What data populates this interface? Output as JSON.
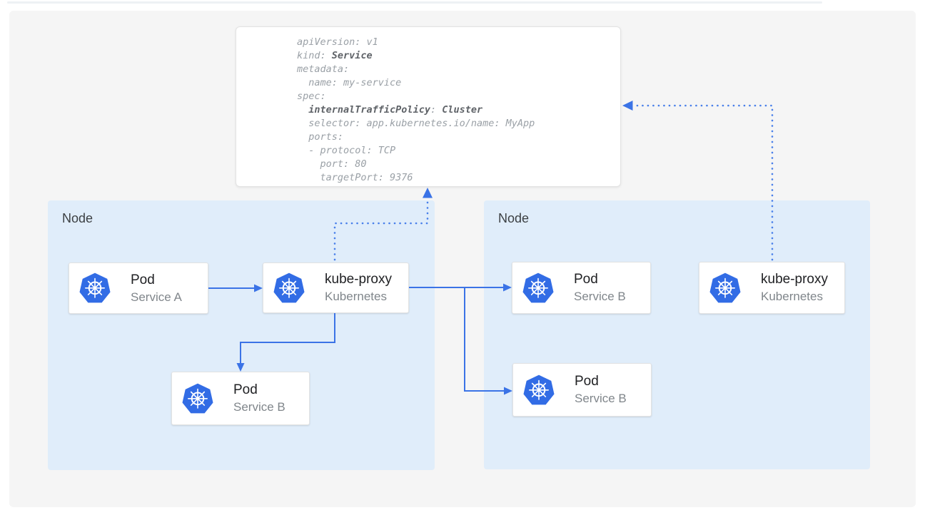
{
  "yaml": {
    "lines": [
      [
        {
          "t": "apiVersion: v1",
          "b": 0
        }
      ],
      [
        {
          "t": "kind: ",
          "b": 0
        },
        {
          "t": "Service",
          "b": 1
        }
      ],
      [
        {
          "t": "metadata:",
          "b": 0
        }
      ],
      [
        {
          "t": "  name: my-service",
          "b": 0
        }
      ],
      [
        {
          "t": "spec:",
          "b": 0
        }
      ],
      [
        {
          "t": "  ",
          "b": 0
        },
        {
          "t": "internalTrafficPolicy",
          "b": 1
        },
        {
          "t": ": ",
          "b": 0
        },
        {
          "t": "Cluster",
          "b": 1
        }
      ],
      [
        {
          "t": "  selector: app.kubernetes.io/name: MyApp",
          "b": 0
        }
      ],
      [
        {
          "t": "  ports:",
          "b": 0
        }
      ],
      [
        {
          "t": "  - protocol: TCP",
          "b": 0
        }
      ],
      [
        {
          "t": "    port: 80",
          "b": 0
        }
      ],
      [
        {
          "t": "    targetPort: 9376",
          "b": 0
        }
      ]
    ]
  },
  "nodes": {
    "left": {
      "label": "Node"
    },
    "right": {
      "label": "Node"
    }
  },
  "cards": {
    "pod_a": {
      "title": "Pod",
      "subtitle": "Service A",
      "icon": "kubernetes-logo"
    },
    "kube_proxy_left": {
      "title": "kube-proxy",
      "subtitle": "Kubernetes",
      "icon": "kubernetes-logo"
    },
    "pod_b_left": {
      "title": "Pod",
      "subtitle": "Service B",
      "icon": "kubernetes-logo"
    },
    "pod_b_right_top": {
      "title": "Pod",
      "subtitle": "Service B",
      "icon": "kubernetes-logo"
    },
    "pod_b_right_bottom": {
      "title": "Pod",
      "subtitle": "Service B",
      "icon": "kubernetes-logo"
    },
    "kube_proxy_right": {
      "title": "kube-proxy",
      "subtitle": "Kubernetes",
      "icon": "kubernetes-logo"
    }
  },
  "connections": [
    {
      "from": "pod-service-a",
      "to": "kube-proxy-left",
      "style": "solid-arrow"
    },
    {
      "from": "kube-proxy-left",
      "to": "pod-service-b-left",
      "style": "solid-arrow"
    },
    {
      "from": "kube-proxy-left",
      "to": "pod-service-b-right-top",
      "style": "solid-arrow"
    },
    {
      "from": "kube-proxy-left",
      "to": "pod-service-b-right-bottom",
      "style": "solid-arrow"
    },
    {
      "from": "kube-proxy-left",
      "to": "service-yaml",
      "style": "dotted-arrow"
    },
    {
      "from": "kube-proxy-right",
      "to": "service-yaml",
      "style": "dotted-arrow"
    }
  ],
  "colors": {
    "solid_arrow": "#3b73e6",
    "dotted_arrow": "#4a80ea",
    "node_fill": "#e0edfa",
    "kubernetes_blue": "#326ce5",
    "canvas_bg": "#f5f5f5"
  }
}
